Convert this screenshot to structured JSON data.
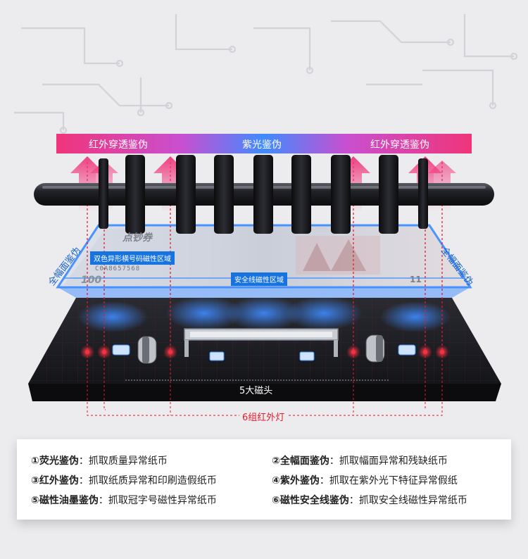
{
  "banner": {
    "left_label": "红外穿透鉴伪",
    "center_label": "紫光鉴伪",
    "right_label": "红外穿透鉴伪"
  },
  "side_labels": {
    "left": "全幅面鉴伪",
    "right": "全幅面鉴伪"
  },
  "note": {
    "brand": "点钞券",
    "serial": "C0A8657568",
    "denomination": "100",
    "denomination_small": "11"
  },
  "tags": {
    "serial_magnetic": "双色异形横号码磁性区域",
    "thread_magnetic": "安全线磁性区域"
  },
  "machine": {
    "heads_label": "5大磁头",
    "lights_label": "6组红外灯"
  },
  "features": [
    {
      "name": "①荧光鉴伪",
      "desc": "：抓取质量异常纸币"
    },
    {
      "name": "②全幅面鉴伪",
      "desc": "：抓取幅面异常和残缺纸币"
    },
    {
      "name": "③红外鉴伪",
      "desc": "：抓取纸质异常和印刷造假纸币"
    },
    {
      "name": "④紫外鉴伪",
      "desc": "：抓取在紫外光下特征异常假纸"
    },
    {
      "name": "⑤磁性油墨鉴伪",
      "desc": "：抓取冠字号磁性异常纸币"
    },
    {
      "name": "⑥磁性安全线鉴伪",
      "desc": "：抓取安全线磁性异常纸币"
    }
  ],
  "colors": {
    "infrared_pink": "#f0357a",
    "uv_blue": "#3f8bff",
    "sensor_red": "#e8192c",
    "base_dark": "#1d1e22"
  }
}
